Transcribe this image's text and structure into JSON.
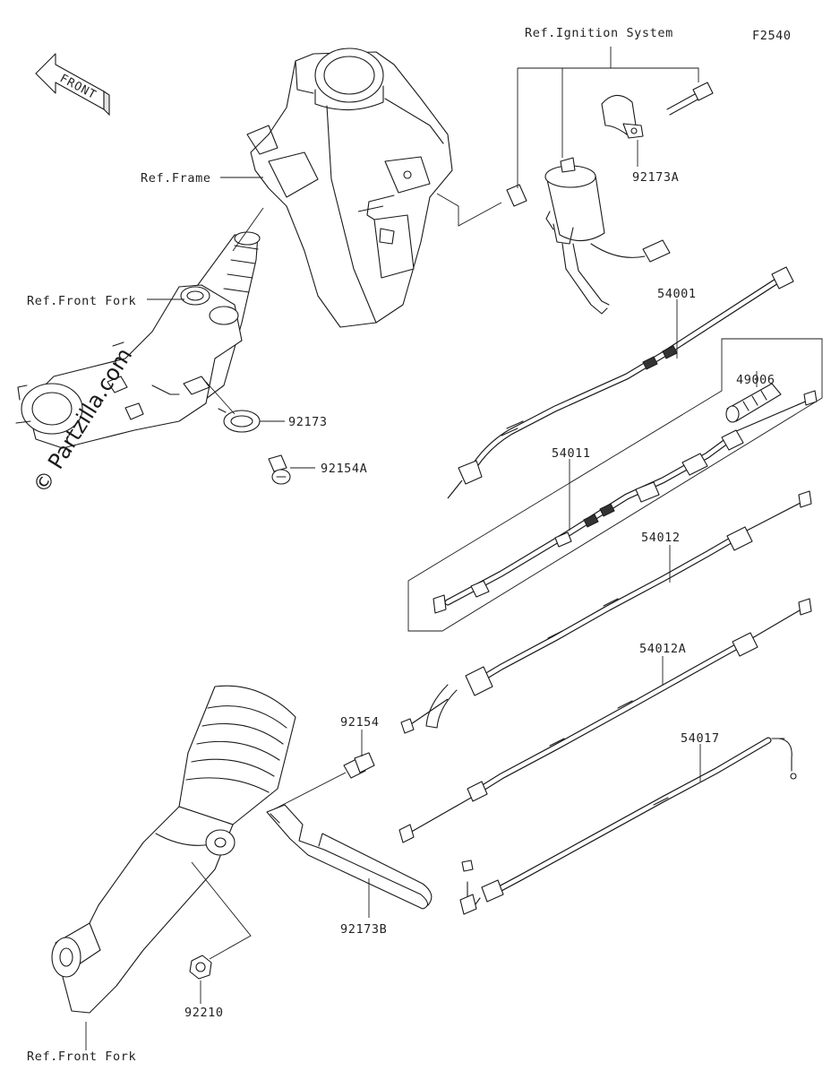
{
  "diagram_code": "F2540",
  "front_marker": "FRONT",
  "watermark": "© Partzilla.com",
  "refs": {
    "ignition_system": "Ref.Ignition System",
    "frame": "Ref.Frame",
    "front_fork_top": "Ref.Front Fork",
    "front_fork_bottom": "Ref.Front Fork"
  },
  "parts": {
    "p92173A": "92173A",
    "p54001": "54001",
    "p49006": "49006",
    "p92173": "92173",
    "p92154A": "92154A",
    "p54011": "54011",
    "p54012": "54012",
    "p54012A": "54012A",
    "p92154": "92154",
    "p54017": "54017",
    "p92173B": "92173B",
    "p92210": "92210"
  }
}
